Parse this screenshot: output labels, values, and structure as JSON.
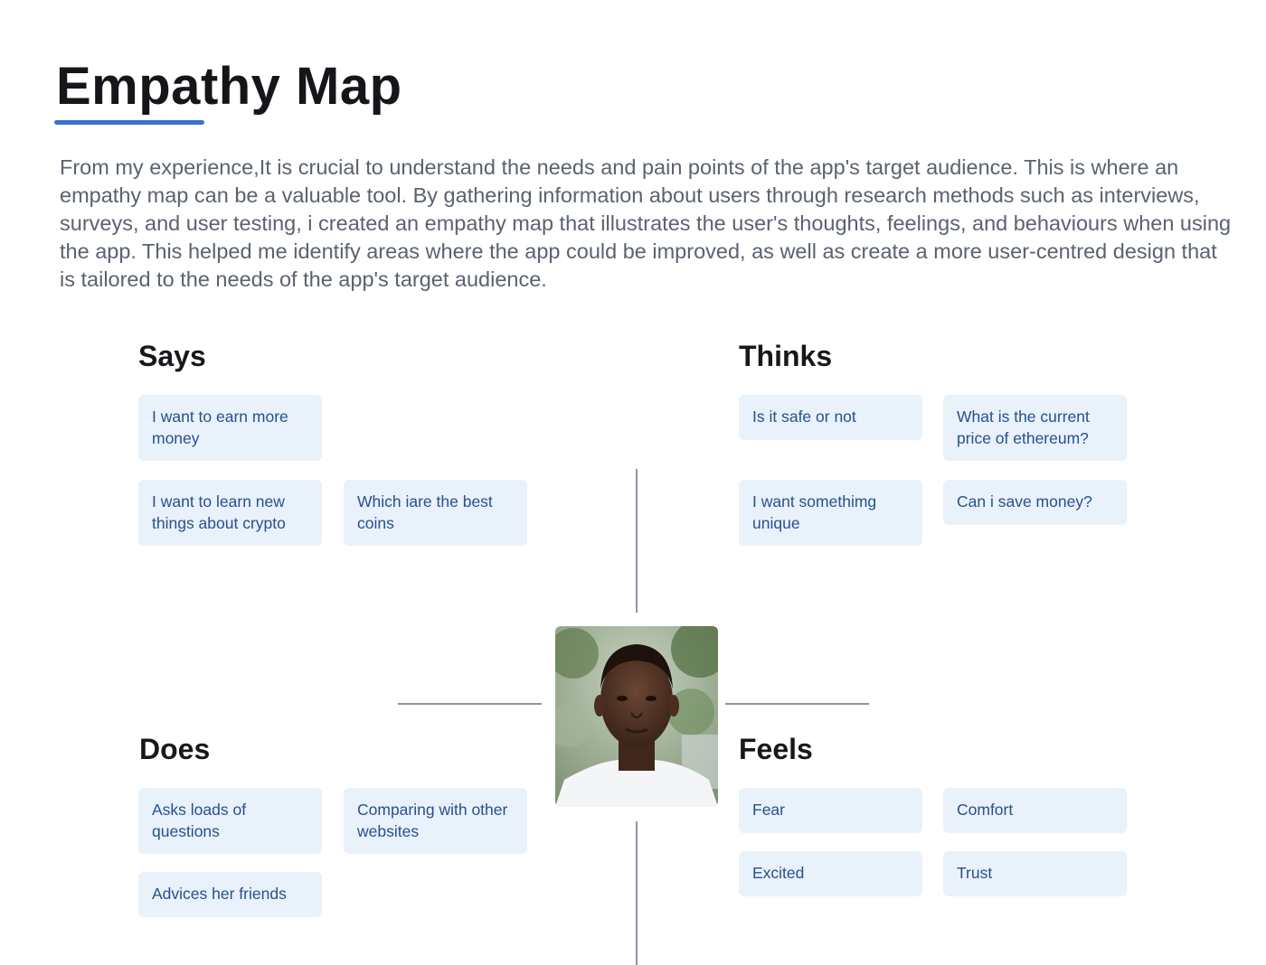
{
  "header": {
    "title": "Empathy Map"
  },
  "intro": {
    "text": "From my experience,It is crucial to understand the needs and pain points of the app's target audience. This is where an empathy map can be a valuable tool. By gathering information about users through research methods such as interviews, surveys, and user testing, i created an empathy map that illustrates the user's thoughts, feelings, and behaviours when using the app. This helped me identify areas where the app could be improved, as well as create a more user-centred design that is tailored to the needs of the app's target audience."
  },
  "quadrants": {
    "says": {
      "heading": "Says",
      "items": [
        "I want to earn more money",
        "I want to learn new things about crypto",
        "Which iare the best coins"
      ]
    },
    "thinks": {
      "heading": "Thinks",
      "items": [
        "Is it safe or not",
        "What is the current price of ethereum?",
        "I want somethimg unique",
        "Can i save money?"
      ]
    },
    "does": {
      "heading": "Does",
      "items": [
        "Asks loads of questions",
        "Comparing with other websites",
        "Advices her friends"
      ]
    },
    "feels": {
      "heading": "Feels",
      "items": [
        "Fear",
        "Comfort",
        "Excited",
        "Trust"
      ]
    }
  },
  "colors": {
    "accent": "#3a72c8",
    "card_background": "#e9f1fb",
    "card_text": "#27508d"
  }
}
